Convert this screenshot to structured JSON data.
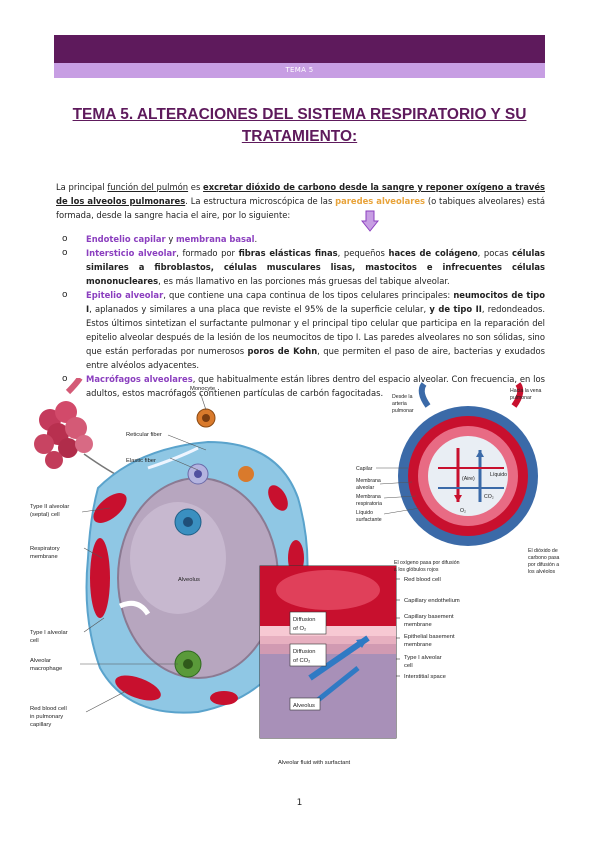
{
  "header": {
    "tema": "TEMA 5"
  },
  "title": {
    "line1": "TEMA 5. ALTERACIONES DEL SISTEMA RESPIRATORIO Y SU",
    "line2": "TRATAMIENTO:"
  },
  "intro": {
    "p1": "La principal ",
    "p2": "función del pulmón",
    "p3": " es ",
    "p4": "excretar dióxido de carbono desde la sangre y reponer oxígeno a través de los alveolos pulmonares",
    "p5": ". La estructura microscópica de las ",
    "p6": "paredes alveolares",
    "p7": " (o tabiques alveolares) está formada, desde la sangre hacia el aire, por lo siguiente:"
  },
  "bullets": {
    "marker": "o",
    "b1": {
      "t1": "Endotelio capilar",
      "t2": " y ",
      "t3": "membrana basal",
      "t4": "."
    },
    "b2": {
      "t1": "Intersticio alveolar",
      "t2": ", formado por ",
      "t3": "fibras elásticas finas",
      "t4": ", pequeños ",
      "t5": "haces de colágeno",
      "t6": ", pocas ",
      "t7": "células similares a fibroblastos, células musculares lisas, mastocitos e infrecuentes células mononucleares",
      "t8": ", es más llamativo en las porciones más gruesas del tabique alveolar."
    },
    "b3": {
      "t1": "Epitelio alveolar",
      "t2": ", que contiene una capa continua de los tipos celulares principales: ",
      "t3": "neumocitos de tipo I",
      "t4": ", aplanados y similares a una placa que reviste el 95% de la superficie celular, ",
      "t5": "y de tipo II",
      "t6": ", redondeados. Estos últimos sintetizan el surfactante pulmonar y el principal tipo celular que participa en la reparación del epitelio alveolar después de la lesión de los neumocitos de tipo I. Las paredes alveolares no son sólidas, sino que están perforadas por numerosos ",
      "t7": "poros de Kohn",
      "t8": ", que permiten el paso de aire, bacterias y exudados entre alvéolos adyacentes."
    },
    "b4": {
      "t1": "Macrófagos alveolares",
      "t2": ", que habitualmente están libres dentro del espacio alveolar. Con frecuencia, en los adultos, estos macrófagos contienen partículas de carbón fagocitadas."
    }
  },
  "figure_left": {
    "monocyte": "Monocyte",
    "reticular_fiber": "Reticular fiber",
    "elastic_fiber": "Elastic fiber",
    "type2_l1": "Type II alveolar",
    "type2_l2": "(septal) cell",
    "resp_l1": "Respiratory",
    "resp_l2": "membrane",
    "alveolus": "Alveolus",
    "type1_l1": "Type I alveolar",
    "type1_l2": "cell",
    "macro_l1": "Alveolar",
    "macro_l2": "macrophage",
    "rbc_l1": "Red blood cell",
    "rbc_l2": "in pulmonary",
    "rbc_l3": "capillary",
    "fluid": "Alveolar fluid with surfactant"
  },
  "figure_inset": {
    "diff_o2_l1": "Diffusion",
    "diff_o2_l2": "of O₂",
    "diff_co2_l1": "Diffusion",
    "diff_co2_l2": "of CO₂",
    "alveolus": "Alveolus",
    "rbc": "Red blood cell",
    "cap_endo": "Capillary endothelium",
    "cap_base_l1": "Capillary basement",
    "cap_base_l2": "membrane",
    "epi_base_l1": "Epithelial basement",
    "epi_base_l2": "membrane",
    "type1_l1": "Type I alveolar",
    "type1_l2": "cell",
    "interstitial": "Interstitial space"
  },
  "figure_right": {
    "desde_l1": "Desde la",
    "desde_l2": "arteria",
    "desde_l3": "pulmonar",
    "hacia_l1": "Hacia la vena",
    "hacia_l2": "pulmonar",
    "capilar": "Capilar",
    "membrana_alv_l1": "Membrana",
    "membrana_alv_l2": "alveolar",
    "membrana_resp_l1": "Membrana",
    "membrana_resp_l2": "respiratoria",
    "liquido_surf_l1": "Líquido",
    "liquido_surf_l2": "surfactante",
    "liquido": "Líquido",
    "aire": "(Aire)",
    "co2": "CO₂",
    "o2": "O₂",
    "ox_l1": "El oxígeno pasa por difusión",
    "ox_l2": "a los glóbulos rojos",
    "co2_l1": "El dióxido de",
    "co2_l2": "carbono pasa",
    "co2_l3": "por difusión a",
    "co2_l4": "los alvéolos"
  },
  "page": {
    "number": "1"
  }
}
